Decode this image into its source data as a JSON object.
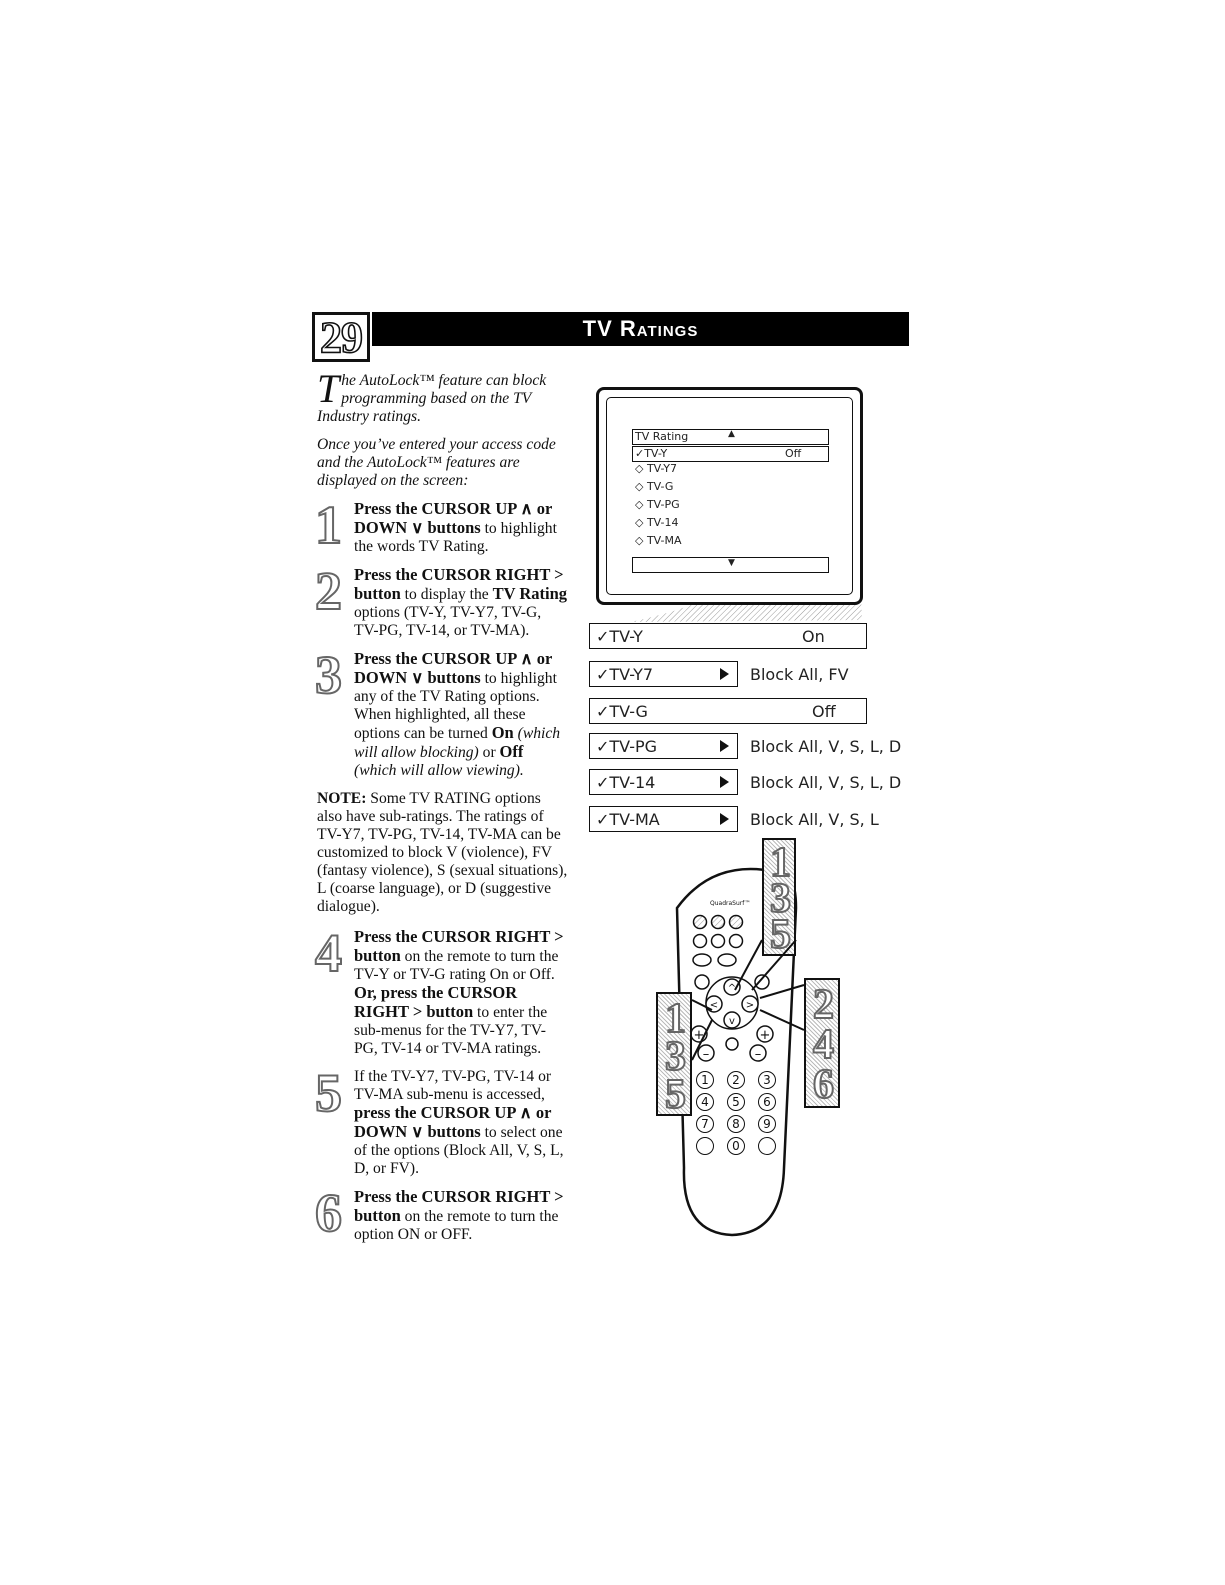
{
  "header": {
    "page_number": "29",
    "title": "TV Ratings"
  },
  "intro": {
    "dropcap": "T",
    "line1": "he AutoLock™ feature can block programming based on the TV Industry ratings.",
    "line2": "Once you’ve entered your access code and the AutoLock™ features are displayed on the screen:"
  },
  "steps": [
    {
      "num": "1",
      "bold": "Press the CURSOR UP ∧ or DOWN ∨ buttons",
      "text": " to highlight the words TV Rating."
    },
    {
      "num": "2",
      "bold": "Press the CURSOR RIGHT > button",
      "text": " to display the ",
      "bold2": "TV Rating",
      "text2": " options (TV-Y, TV-Y7, TV-G, TV-PG, TV-14, or TV-MA)."
    },
    {
      "num": "3",
      "bold": "Press the CURSOR UP ∧ or DOWN ∨ buttons",
      "text": " to highlight any of the TV Rating options. When highlighted, all these options can be turned ",
      "bold2": "On",
      "italic2": " (which will allow blocking)",
      "text2": " or ",
      "bold3": "Off",
      "italic3": " (which will allow viewing)."
    },
    {
      "num": "4",
      "bold": "Press the CURSOR RIGHT > button",
      "text": " on the remote to turn the TV-Y or TV-G rating On or Off. ",
      "bold2": "Or, press the CURSOR RIGHT > button",
      "text2": " to enter the sub-menus for the TV-Y7, TV-PG, TV-14 or TV-MA ratings."
    },
    {
      "num": "5",
      "pre": "If the TV-Y7, TV-PG, TV-14 or TV-MA sub-menu is accessed, ",
      "bold": "press the CURSOR UP ∧ or DOWN ∨ buttons",
      "text": " to select one of the options (Block All, V, S, L, D, or FV)."
    },
    {
      "num": "6",
      "bold": "Press the CURSOR RIGHT > button",
      "text": " on the remote to turn the option ON or OFF."
    }
  ],
  "note": {
    "label": "NOTE:",
    "text": " Some TV RATING options also have sub-ratings. The ratings of TV-Y7, TV-PG, TV-14, TV-MA can be customized to block V (violence), FV (fantasy violence), S (sexual situations), L (coarse language), or D (suggestive dialogue)."
  },
  "screen": {
    "header": "TV Rating",
    "selected": "✓TV-Y",
    "selected_value": "Off",
    "items": [
      "◇ TV-Y7",
      "◇ TV-G",
      "◇ TV-PG",
      "◇ TV-14",
      "◇ TV-MA"
    ]
  },
  "ratings": [
    {
      "label": "✓TV-Y",
      "value": "On",
      "arrow": false
    },
    {
      "label": "✓TV-Y7",
      "value": "Block All, FV",
      "arrow": true
    },
    {
      "label": "✓TV-G",
      "value": "Off",
      "arrow": false
    },
    {
      "label": "✓TV-PG",
      "value": "Block All, V, S, L, D",
      "arrow": true
    },
    {
      "label": "✓TV-14",
      "value": "Block All, V, S, L, D",
      "arrow": true
    },
    {
      "label": "✓TV-MA",
      "value": "Block All, V, S, L",
      "arrow": true
    }
  ],
  "remote": {
    "brand": "QuadraSurf™",
    "callout_top": [
      "1",
      "3",
      "5"
    ],
    "callout_left": [
      "1",
      "3",
      "5"
    ],
    "callout_right": [
      "2",
      "4",
      "6"
    ],
    "keypad": [
      "1",
      "2",
      "3",
      "4",
      "5",
      "6",
      "7",
      "8",
      "9",
      "0"
    ]
  }
}
